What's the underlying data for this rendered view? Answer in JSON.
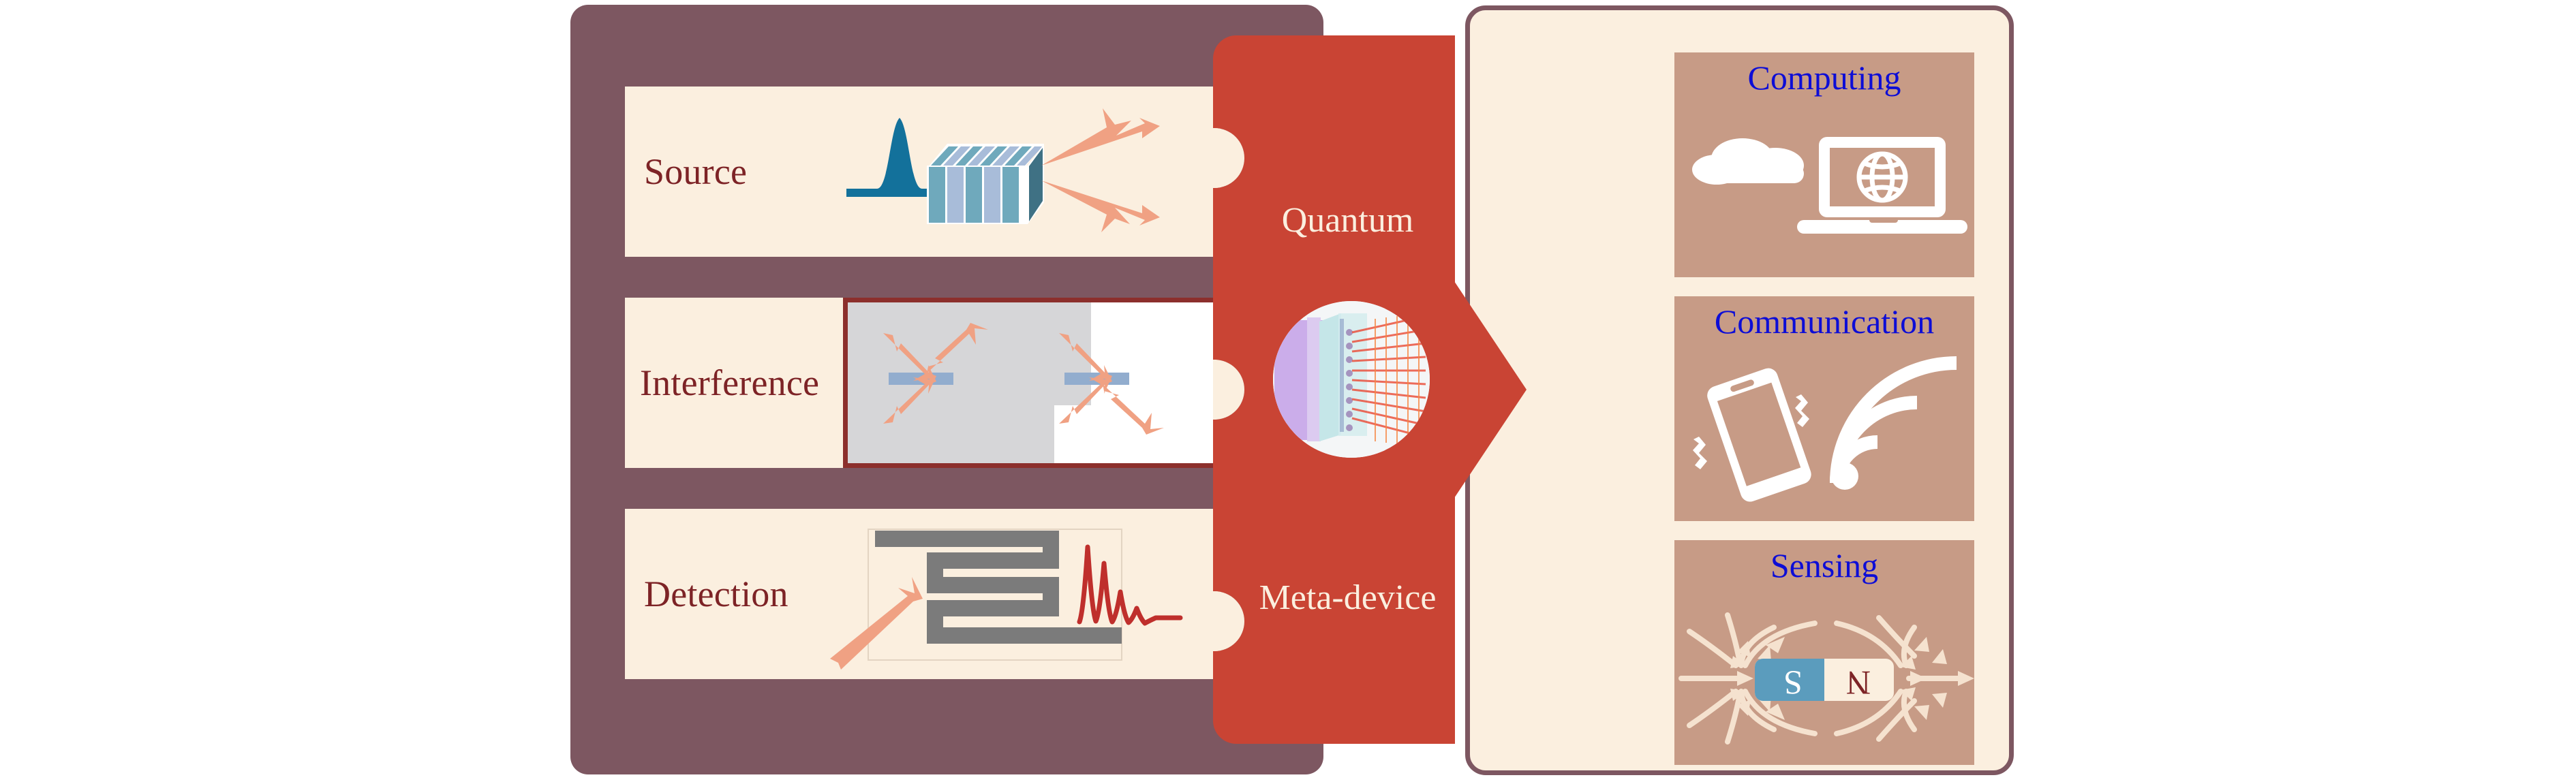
{
  "figure": {
    "kind": "quantum-meta-device-concept-diagram",
    "colors": {
      "left_panel_bg": "#7d5761",
      "row_bg": "#fbefdf",
      "center_piece": "#c94434",
      "right_panel_bg": "#fbefdf",
      "right_panel_border": "#7d5761",
      "app_card_bg": "#c79b86",
      "label_maroon": "#7d2326",
      "app_title_blue": "#0d0dd6",
      "photon_arrow": "#f0a183",
      "pump_beam": "#13719b",
      "detector_gray": "#7b7b7b",
      "signal_red": "#bf2f2c",
      "beamsplitter_blue": "#92adce"
    }
  },
  "left_panel": {
    "rows": [
      {
        "label": "Source",
        "art_name": "spdc-crystal-photon-pair",
        "elements": [
          "pump-pulse-gaussian",
          "pump-arrow",
          "nonlinear-crystal-block",
          "signal-photon-arrow",
          "idler-photon-arrow"
        ]
      },
      {
        "label": "Interference",
        "art_name": "hong-ou-mandel-beamsplitter-pair",
        "elements": [
          "beamsplitter-left-gray-panel",
          "beamsplitter-right-white-panel",
          "photon-arrows"
        ]
      },
      {
        "label": "Detection",
        "art_name": "snspd-meander-detector",
        "elements": [
          "incident-photon-arrow",
          "meander-nanowire",
          "damped-signal-trace"
        ]
      }
    ]
  },
  "center_piece": {
    "title_top": "Quantum",
    "title_bottom": "Meta-device",
    "thumbnail_name": "metalens-array-photon-fan",
    "notch_count": 3,
    "arrow_direction": "right"
  },
  "right_panel": {
    "applications": [
      {
        "title": "Computing",
        "icons": [
          "cloud-icon",
          "laptop-globe-icon"
        ]
      },
      {
        "title": "Communication",
        "icons": [
          "smartphone-icon",
          "wifi-signal-icon"
        ]
      },
      {
        "title": "Sensing",
        "icons": [
          "bar-magnet-icon",
          "magnetic-field-lines-icon"
        ]
      }
    ],
    "magnet": {
      "south_pole_label": "S",
      "north_pole_label": "N",
      "south_color": "#5b9cbd",
      "north_color": "#fbefdf"
    }
  }
}
